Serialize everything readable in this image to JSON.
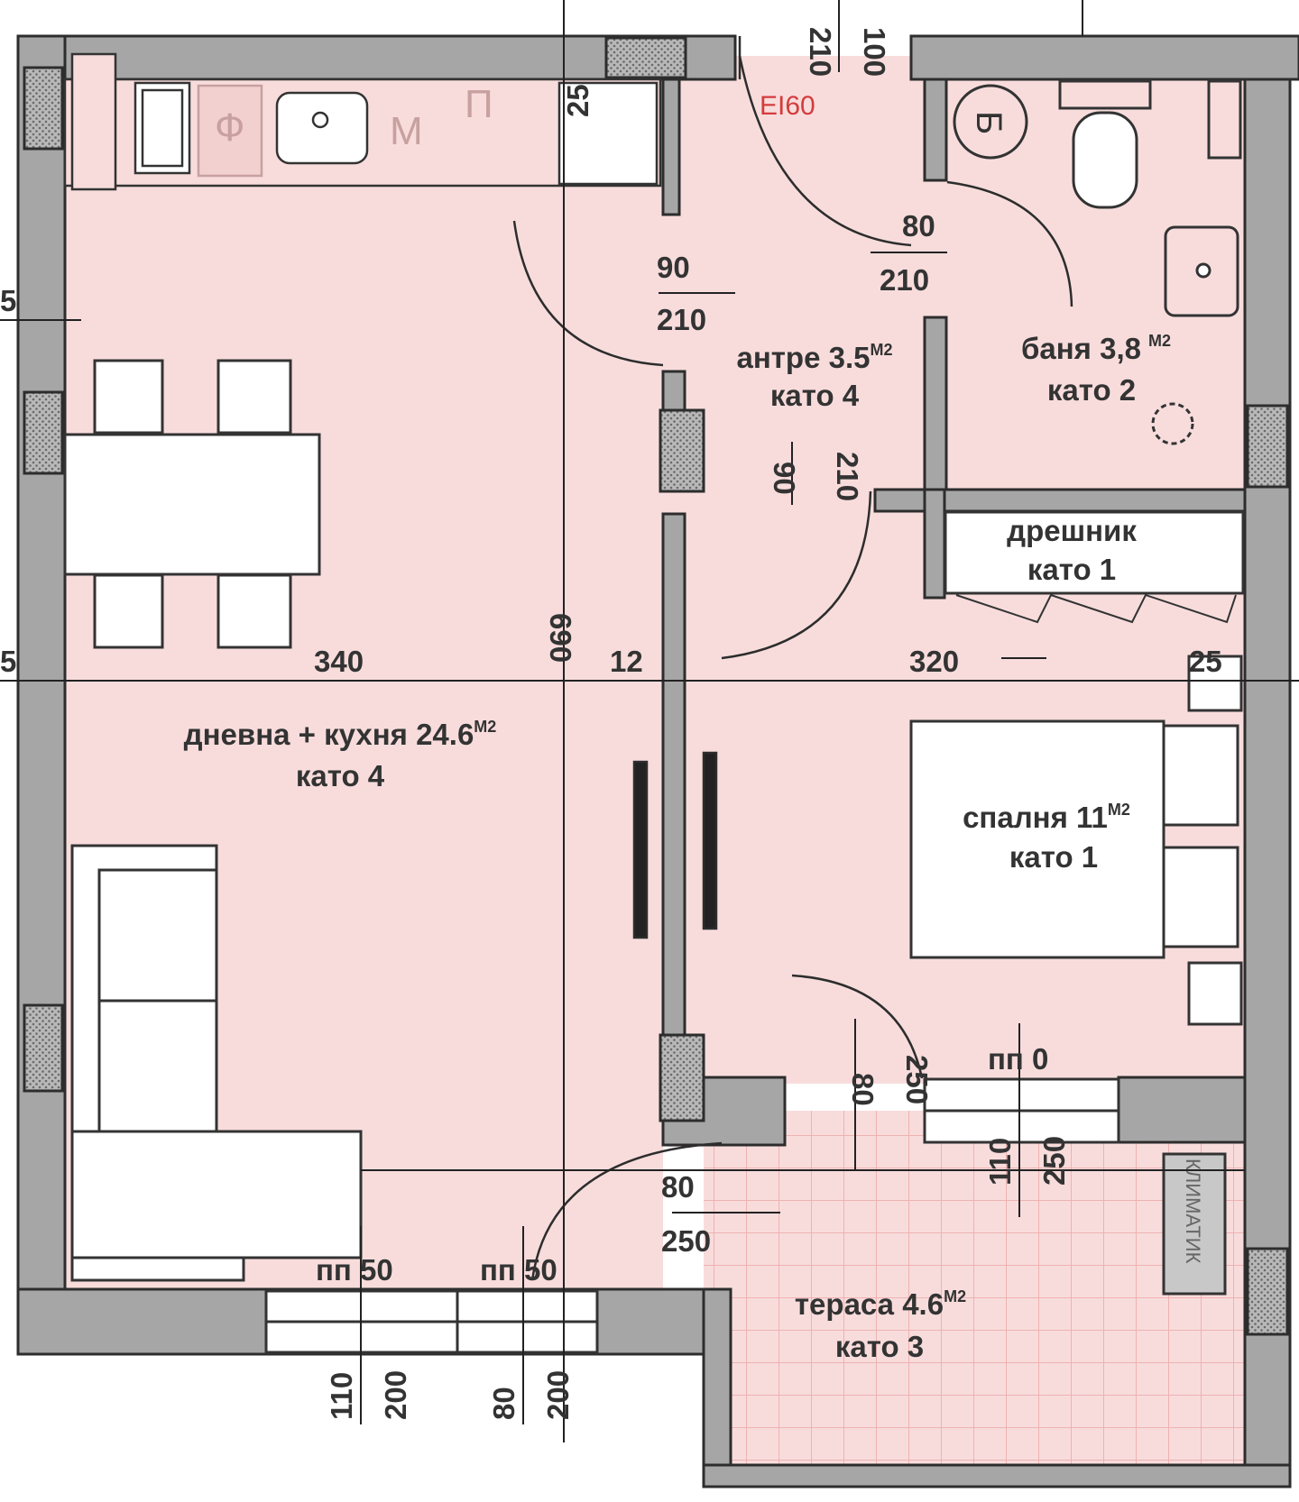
{
  "colors": {
    "floor": "#f8dcdc",
    "wall": "#a6a6a6",
    "wall_dark": "#2d2d2d",
    "hatch": "#8a8a8a",
    "terrace_grid": "#f0b0b0",
    "fire_label": "#d43c3c"
  },
  "rooms": {
    "living": {
      "name": "дневна + кухня 24.6",
      "unit": "М2",
      "floor": "като 4"
    },
    "hall": {
      "name": "антре 3.5",
      "unit": "М2",
      "floor": "като 4"
    },
    "bath": {
      "name": "баня 3,8",
      "unit": "М2",
      "floor": "като 2"
    },
    "wardrobe": {
      "name": "дрешник",
      "floor": "като 1"
    },
    "bedroom": {
      "name": "спалня 11",
      "unit": "М2",
      "floor": "като 1"
    },
    "terrace": {
      "name": "тераса 4.6",
      "unit": "М2",
      "floor": "като 3"
    }
  },
  "fixtures": {
    "fridge": "Ф",
    "dishwasher": "М",
    "washer": "П",
    "boiler": "Б",
    "aircon": "КЛИМАТИК"
  },
  "fire_rating": "EI60",
  "dimensions": {
    "top_door_w": "210",
    "top_door_h": "100",
    "kitchen_25": "25",
    "bath_door_w": "80",
    "bath_door_h": "210",
    "kitchen_door_w": "90",
    "kitchen_door_h": "210",
    "hall_door_w": "90",
    "hall_door_h": "210",
    "w340": "340",
    "w12": "12",
    "w320": "320",
    "w25": "25",
    "h690": "690",
    "left5": "5",
    "left5b": "5",
    "bed_door_w": "80",
    "bed_door_h": "250",
    "terrace_door_w": "80",
    "terrace_door_h": "250",
    "bed_win_w": "110",
    "bed_win_h": "250",
    "bed_sill": "пп 0",
    "win1_sill": "пп 50",
    "win2_sill": "пп 50",
    "win1_w": "110",
    "win1_h": "200",
    "win2_w": "80",
    "win2_h": "200"
  }
}
